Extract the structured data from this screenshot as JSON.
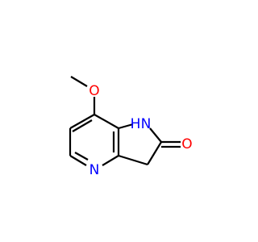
{
  "molecule": {
    "atoms": {
      "methoxy_oxygen": {
        "symbol": "O",
        "color": "#ff0000"
      },
      "amide_nh": {
        "symbol": "N",
        "h_symbol": "H",
        "color": "#0000ff"
      },
      "carbonyl_oxygen": {
        "symbol": "O",
        "color": "#ff0000"
      },
      "pyridine_nitrogen": {
        "symbol": "N",
        "color": "#0000ff"
      }
    },
    "colors": {
      "bond": "#000000",
      "background": "#ffffff"
    }
  }
}
